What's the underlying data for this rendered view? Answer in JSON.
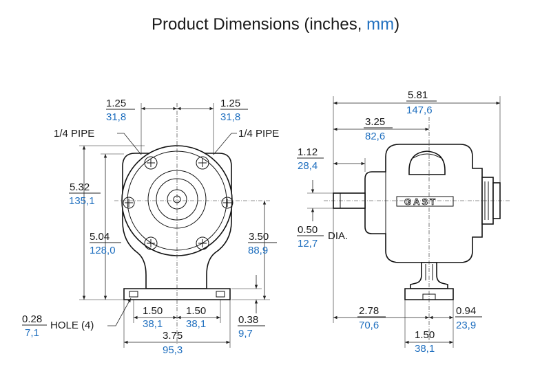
{
  "title": {
    "main": "Product Dimensions (inches, ",
    "mm": "mm",
    "close": ")"
  },
  "logo": "GAST",
  "labels": {
    "pipe_left": "1/4 PIPE",
    "pipe_right": "1/4 PIPE",
    "hole": "HOLE (4)",
    "dia": "DIA."
  },
  "dims": {
    "top_left": {
      "in": "1.25",
      "mm": "31,8"
    },
    "top_right": {
      "in": "1.25",
      "mm": "31,8"
    },
    "height_total": {
      "in": "5.32",
      "mm": "135,1"
    },
    "height_inner": {
      "in": "5.04",
      "mm": "128,0"
    },
    "center_h": {
      "in": "3.50",
      "mm": "88,9"
    },
    "hole_dia": {
      "in": "0.28",
      "mm": "7,1"
    },
    "base_left": {
      "in": "1.50",
      "mm": "38,1"
    },
    "base_right": {
      "in": "1.50",
      "mm": "38,1"
    },
    "foot_h": {
      "in": "0.38",
      "mm": "9,7"
    },
    "base_width": {
      "in": "3.75",
      "mm": "95,3"
    },
    "overall_len": {
      "in": "5.81",
      "mm": "147,6"
    },
    "to_center": {
      "in": "3.25",
      "mm": "82,6"
    },
    "shaft_len": {
      "in": "1.12",
      "mm": "28,4"
    },
    "shaft_dia": {
      "in": "0.50",
      "mm": "12,7"
    },
    "side_base": {
      "in": "2.78",
      "mm": "70,6"
    },
    "side_foot": {
      "in": "0.94",
      "mm": "23,9"
    },
    "side_foot_w": {
      "in": "1.50",
      "mm": "38,1"
    }
  }
}
